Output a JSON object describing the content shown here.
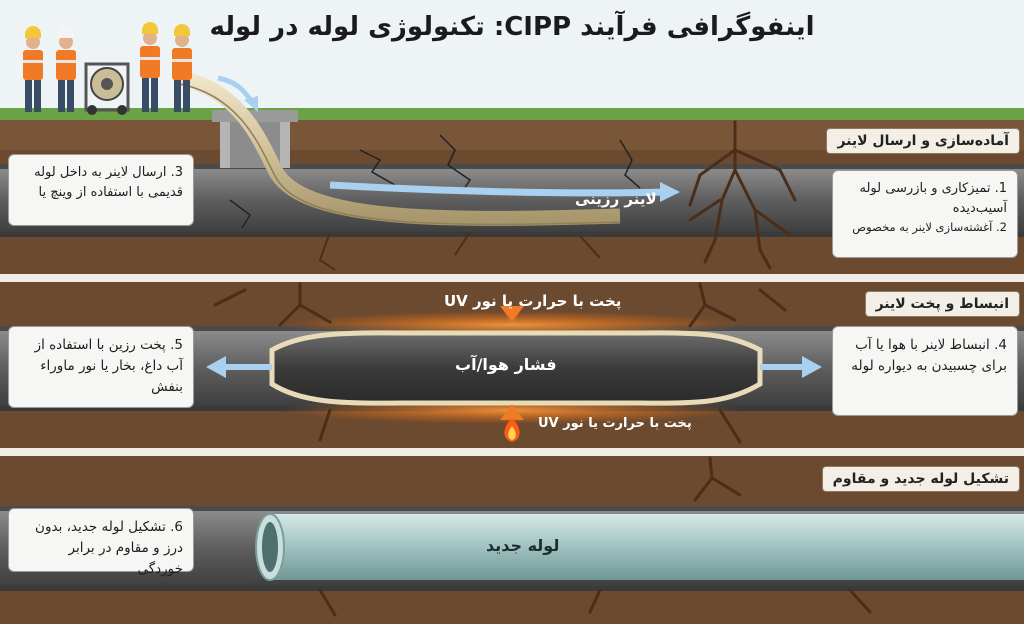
{
  "title": "اینفوگرافی فرآیند CIPP: تکنولوژی لوله در لوله",
  "sections": [
    {
      "label": "آماده‌سازی و ارسال لاینر",
      "steps_right": [
        "1. تمیزکاری و بازرسی لوله آسیب‌دیده",
        "2. آغشته‌سازی لاینر به مخصوص"
      ],
      "step_left": "3. ارسال لاینر به داخل لوله قدیمی با استفاده از وینچ یا",
      "pipe_label": "لاینر رزینی"
    },
    {
      "label": "انبساط و پخت لاینر",
      "step_right": "4. انبساط لاینر با هوا یا آب برای چسبیدن به دیواره لوله",
      "step_left": "5. پخت رزین با استفاده از آب داغ، بخار یا نور ماوراء بنفش",
      "pipe_label": "فشار هوا/آب",
      "cure_top": "پخت با حرارت یا نور UV",
      "cure_bottom": "پخت با حرارت یا نور UV"
    },
    {
      "label": "تشکیل لوله جدید و مقاوم",
      "step_left": "6. تشکیل لوله جدید، بدون درز و مقاوم در برابر خوردگی",
      "pipe_label": "لوله جدید"
    }
  ],
  "colors": {
    "sky": "#eef4f6",
    "grass": "#6aa245",
    "soil": "#6b4a30",
    "soil_dark": "#553722",
    "pipe_grey": "#6f6f6f",
    "liner": "#d8c9a4",
    "new_pipe": "#a9c9c9",
    "arrow_blue": "#a9d0ee",
    "heat_orange": "#f07a26"
  },
  "icons": [
    "worker-icon",
    "winch-reel-icon",
    "manhole-icon",
    "roots-icon",
    "flame-icon",
    "arrow-icon"
  ]
}
